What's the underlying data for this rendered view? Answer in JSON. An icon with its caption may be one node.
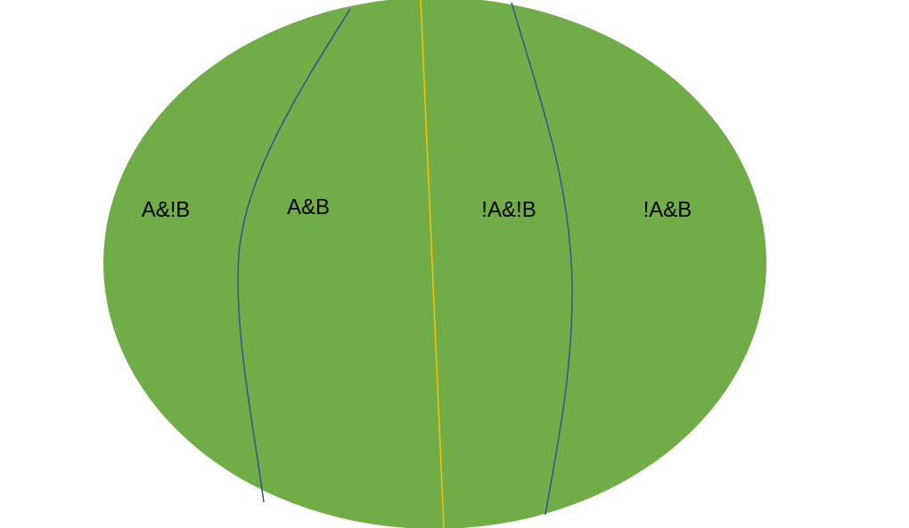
{
  "diagram": {
    "nodes": [
      {
        "text": [
          "A&!B",
          "A&B",
          "!A&!B",
          "!A&B"
        ]
      }
    ]
  }
}
